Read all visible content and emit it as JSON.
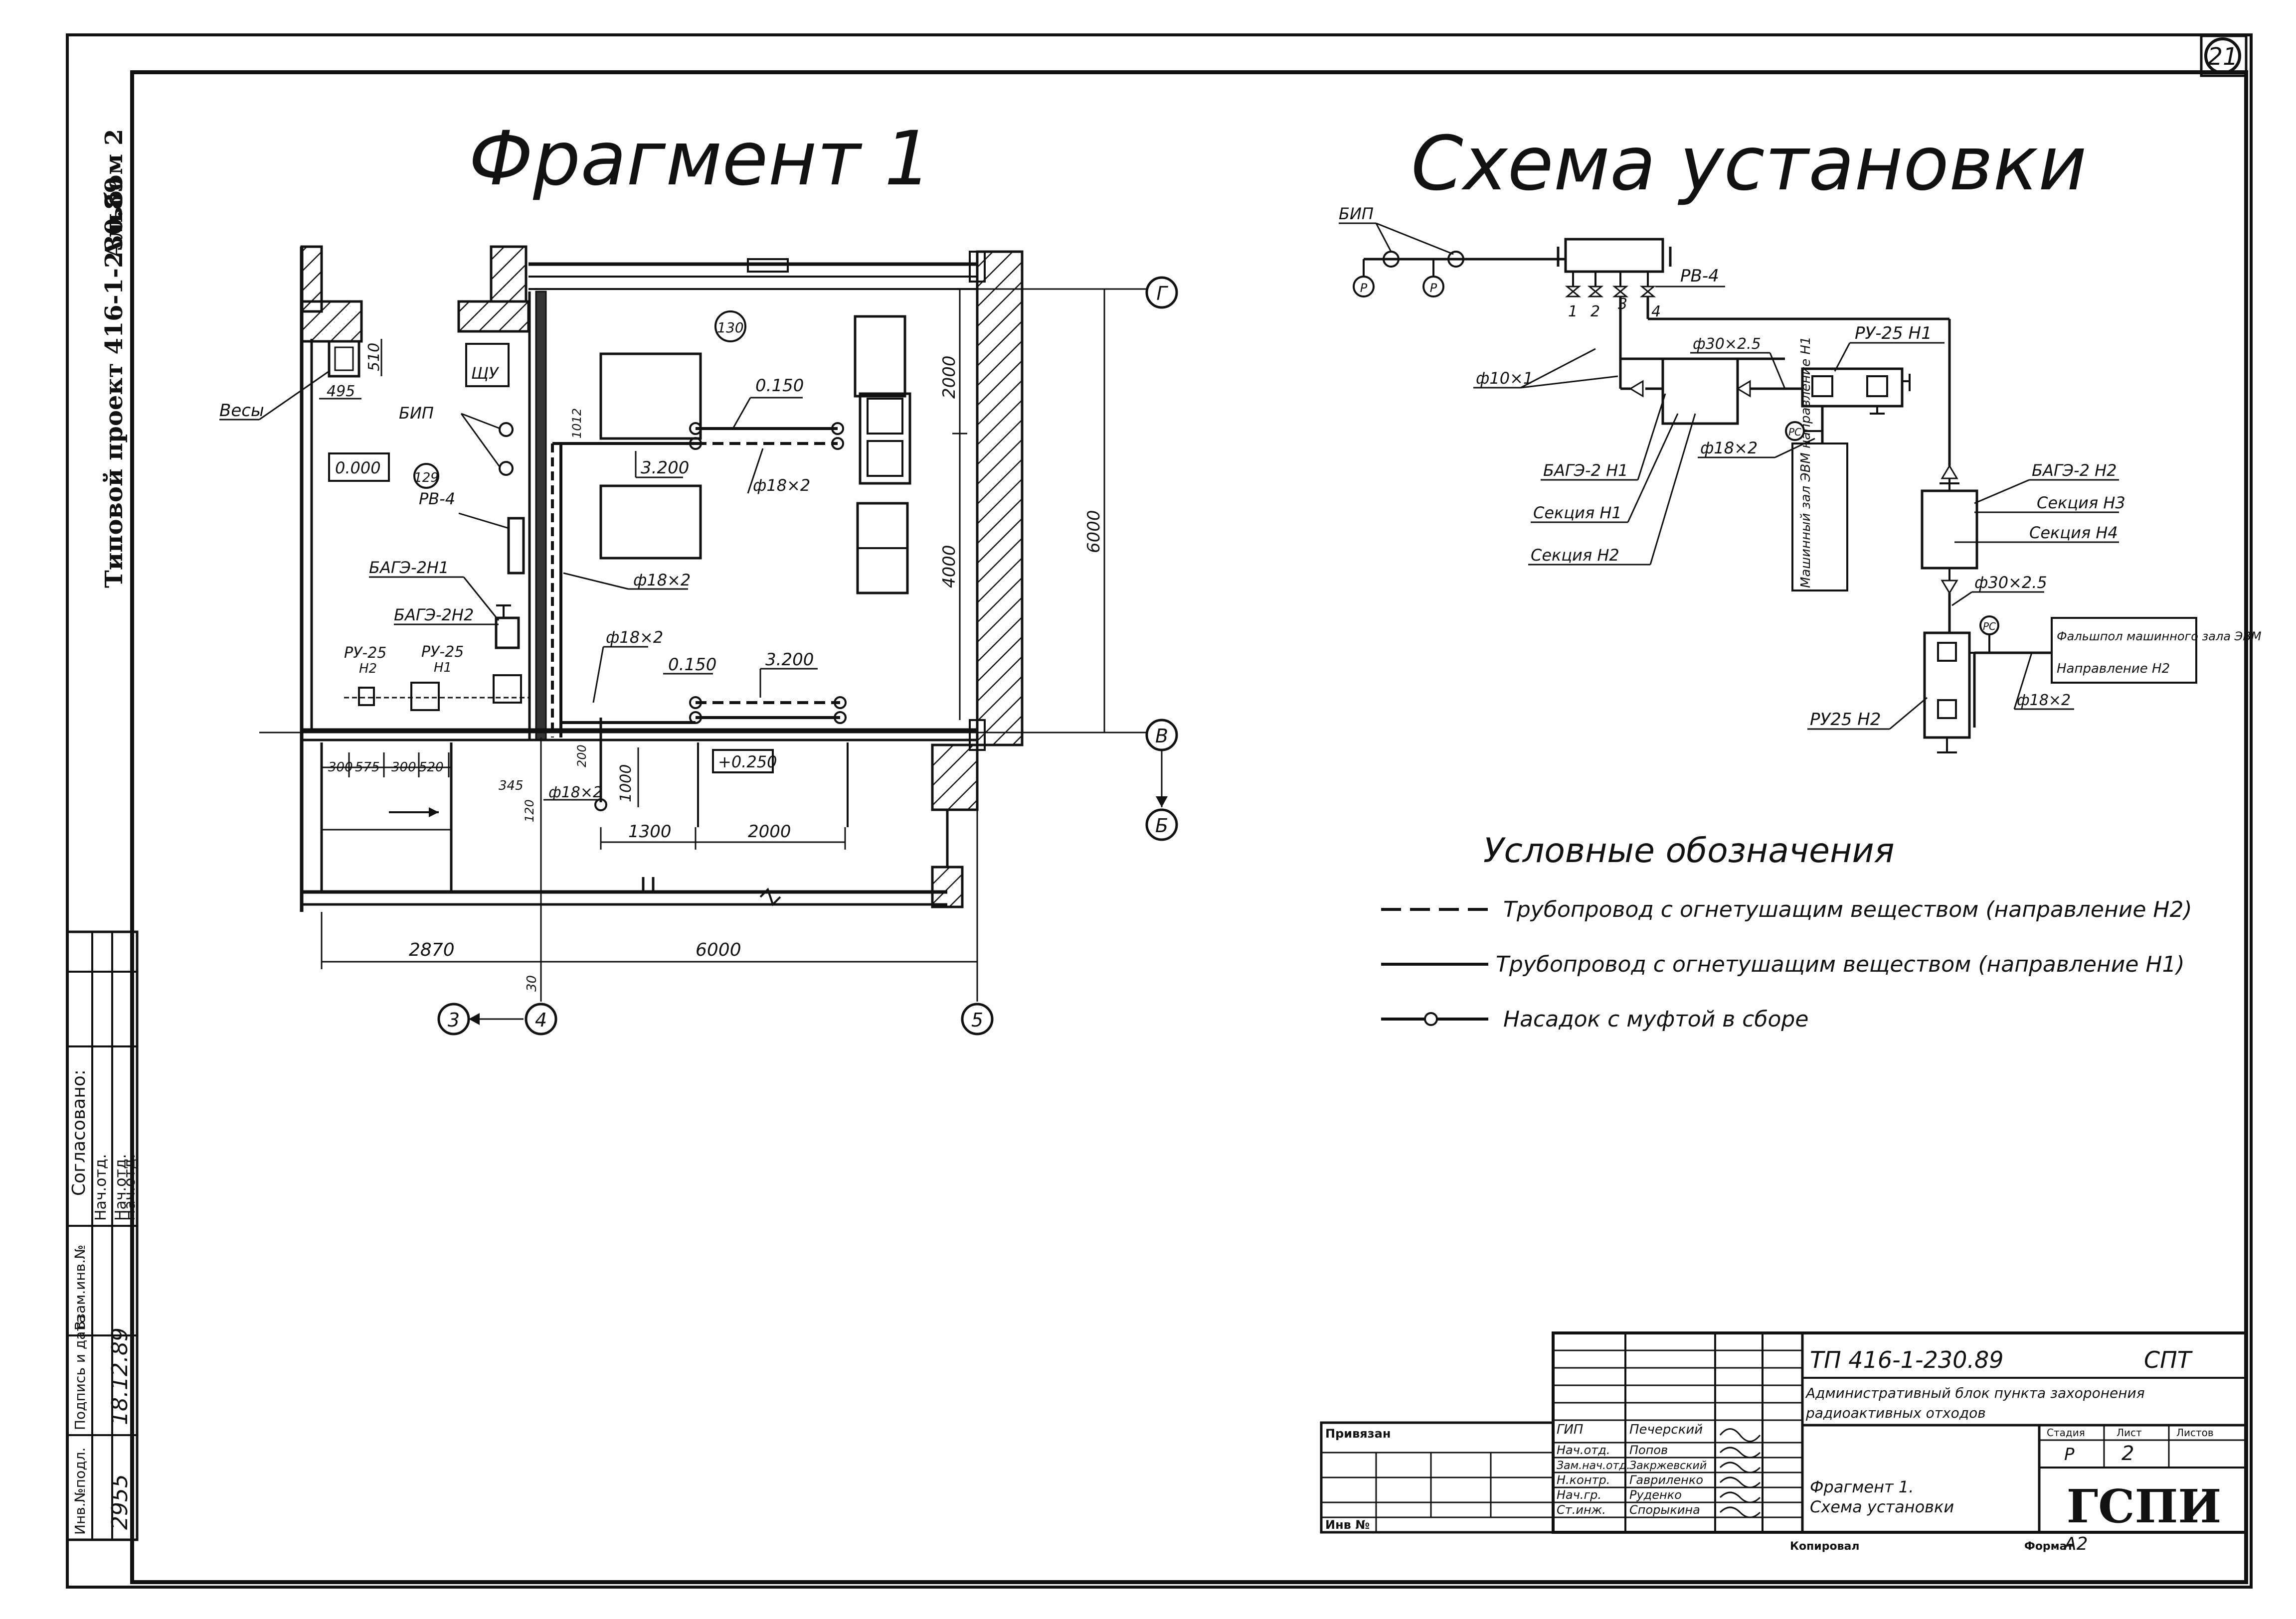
{
  "sheet": {
    "sheet_number": "21",
    "album_label": "Альбом 2",
    "project_label": "Типовой проект 416-1-230.89"
  },
  "fragment": {
    "title": "Фрагмент 1",
    "axes": {
      "G": "Г",
      "V": "В",
      "B": "Б",
      "n3": "3",
      "n4": "4",
      "n5": "5"
    },
    "labels": {
      "vesy": "Весы",
      "bip": "БИП",
      "shchu": "ЩУ",
      "rv4": "РВ-4",
      "bage_n1": "БАГЭ-2Н1",
      "bage_n2": "БАГЭ-2Н2",
      "ru25_n2": "РУ-25",
      "ru25_n2b": "Н2",
      "ru25_n1": "РУ-25",
      "ru25_n1b": "Н1",
      "room_129": "129",
      "room_130": "130",
      "mark_000": "0.000",
      "mark_0250": "+0.250",
      "pipe_18x2_a": "ф18×2",
      "pipe_18x2_b": "ф18×2",
      "pipe_18x2_c": "ф18×2",
      "pipe_18x2_d": "ф18×2",
      "h0150_a": "0.150",
      "h0150_b": "0.150",
      "h3200_a": "3.200",
      "h3200_b": "3.200"
    },
    "dims": {
      "d510": "510",
      "d495": "495",
      "d2000v": "2000",
      "d4000": "4000",
      "d6000v": "6000",
      "d1012": "1012",
      "d300": "300",
      "d575": "575",
      "d520": "520",
      "d345": "345",
      "d1000": "1000",
      "d1300": "1300",
      "d2000h": "2000",
      "d2870": "2870",
      "d6000h": "6000",
      "d30": "30",
      "d200": "200",
      "d120": "120"
    }
  },
  "scheme": {
    "title": "Схема установки",
    "labels": {
      "bip": "БИП",
      "p1": "Р",
      "p2": "Р",
      "rv4": "РВ-4",
      "n1": "1",
      "n2": "2",
      "n3": "3",
      "n4": "4",
      "pipe10": "ф10×1",
      "pipe30a": "ф30×2.5",
      "ru25n1": "РУ-25 Н1",
      "pipe18a": "ф18×2",
      "bage_n1": "БАГЭ-2 Н1",
      "sec1": "Секция Н1",
      "sec2": "Секция Н2",
      "machine_room": "Машинный зал ЭВМ направление Н1",
      "bage_n2": "БАГЭ-2 Н2",
      "sec3": "Секция Н3",
      "sec4": "Секция Н4",
      "pipe30b": "ф30×2.5",
      "false_floor": "Фальшпол машинного зала ЭВМ",
      "direction_n2": "Направление Н2",
      "pipe18b": "ф18×2",
      "ru25n2": "РУ25 Н2",
      "rs1": "РС",
      "rs2": "РС"
    }
  },
  "legend": {
    "title": "Условные обозначения",
    "items": [
      "Трубопровод с огнетушащим веществом (направление Н2)",
      "Трубопровод с огнетушащим веществом (направление Н1)",
      "Насадок с муфтой в сборе"
    ]
  },
  "approval": {
    "title": "Согласовано:",
    "rows": [
      "Нач.отд.",
      "Нач.отд.",
      "Нач.отд."
    ],
    "inv_label": "Инв.№подл.",
    "inv_value": "2955",
    "sign_label": "Подпись и дата",
    "sign_value": "18.12.89",
    "vzam_label": "Взам.инв.№"
  },
  "stamp": {
    "code": "ТП 416-1-230.89",
    "mark": "СПТ",
    "object_line1": "Административный блок пункта захоронения",
    "object_line2": "радиоактивных отходов",
    "sheet_title_line1": "Фрагмент 1.",
    "sheet_title_line2": "Схема установки",
    "stage_h": "Стадия",
    "sheet_h": "Лист",
    "sheets_h": "Листов",
    "stage": "Р",
    "sheet": "2",
    "org": "ГСПИ",
    "privyazan": "Привязан",
    "inv_no": "Инв №",
    "copied": "Копировал",
    "format_label": "Формат",
    "format_value": "А2",
    "signers": [
      {
        "role": "ГИП",
        "name": "Печерский"
      },
      {
        "role": "Нач.отд.",
        "name": "Попов"
      },
      {
        "role": "Зам.нач.отд.",
        "name": "Закржевский"
      },
      {
        "role": "Н.контр.",
        "name": "Гавриленко"
      },
      {
        "role": "Нач.гр.",
        "name": "Руденко"
      },
      {
        "role": "Ст.инж.",
        "name": "Спорыкина"
      }
    ]
  }
}
